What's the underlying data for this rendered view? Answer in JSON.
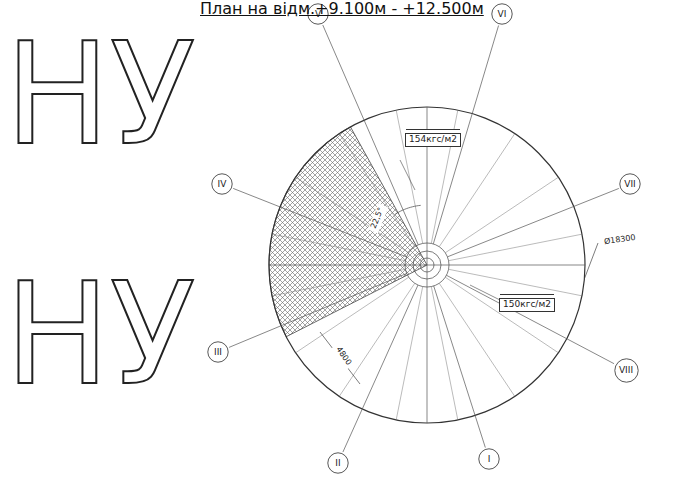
{
  "diagram": {
    "title": "План на відм.+9.100м - +12.500м",
    "nodes": [
      {
        "text": [
          "V"
        ]
      },
      {
        "text": [
          "VI"
        ]
      },
      {
        "text": [
          "IV"
        ]
      },
      {
        "text": [
          "VII"
        ]
      },
      {
        "text": [
          "III"
        ]
      },
      {
        "text": [
          "VIII"
        ]
      },
      {
        "text": [
          "II"
        ]
      },
      {
        "text": [
          "I"
        ]
      }
    ],
    "labels": [
      "154кгс/м2",
      "150кгс/м2",
      "22,5°",
      "Ø18300",
      "4800",
      "НУ",
      "НУ"
    ]
  }
}
